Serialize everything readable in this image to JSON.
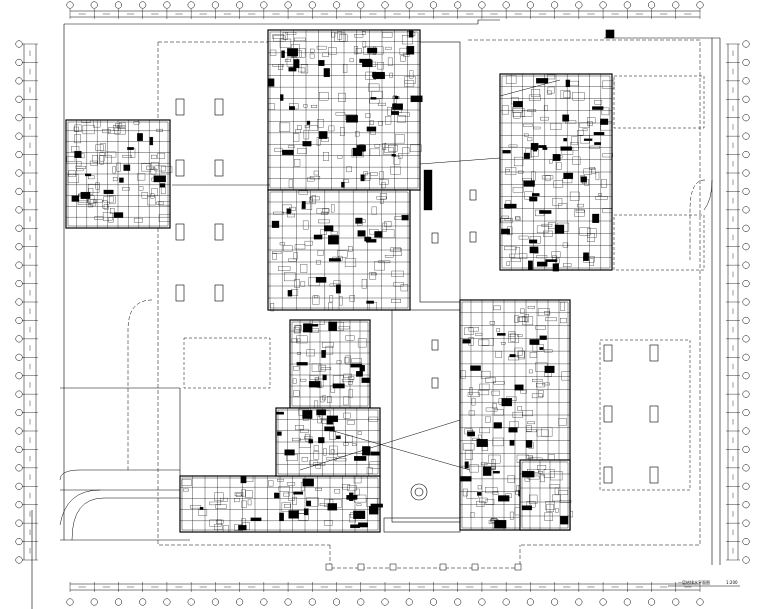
{
  "grid": {
    "top_bubble_count": 27,
    "bottom_bubble_count": 27,
    "left_bubble_count": 29,
    "right_bubble_count": 29
  },
  "drawing": {
    "caption": "一层给排水平面图",
    "scale": "1:200"
  },
  "colors": {
    "line": "#000000",
    "background": "#ffffff"
  }
}
